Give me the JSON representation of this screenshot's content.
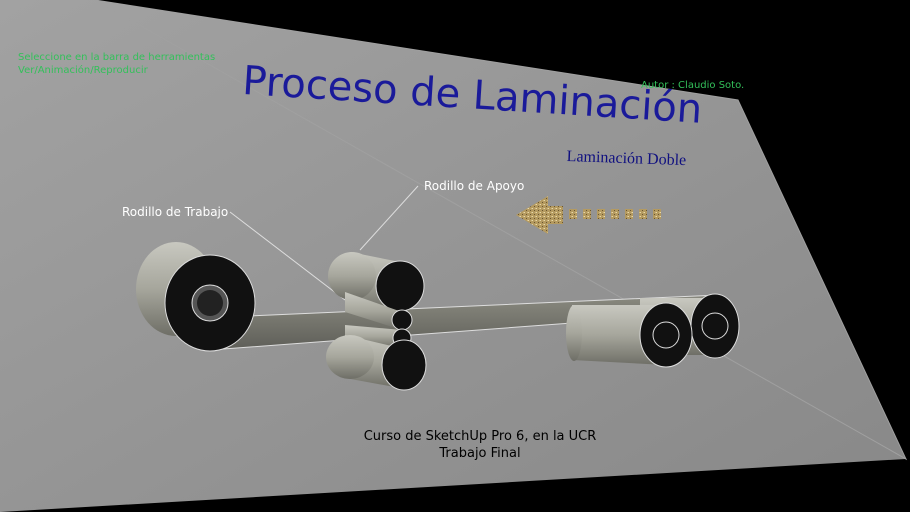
{
  "hud": {
    "left_text": "Seleccione en la barra de herramientas\nVer/Animación/Reproducir",
    "right_text": "Autor : Claudio Soto.",
    "color": "#33c05a"
  },
  "model": {
    "title": "Proceso de Laminación",
    "subtitle": "Laminación Doble",
    "label_work_roll": "Rodillo de Trabajo",
    "label_backup_roll": "Rodillo de Apoyo",
    "caption_line1": "Curso de SketchUp Pro 6, en la UCR",
    "caption_line2": "Trabajo Final"
  },
  "colors": {
    "background": "#000000",
    "plane": "#8e8e8e",
    "title": "#1a1a9a",
    "subtitle": "#101080",
    "roll_body": "#a8a8a0",
    "roll_face": "#111111",
    "arrow": "#b89e64"
  },
  "icons": {
    "direction_arrow": "left-arrow-icon"
  }
}
